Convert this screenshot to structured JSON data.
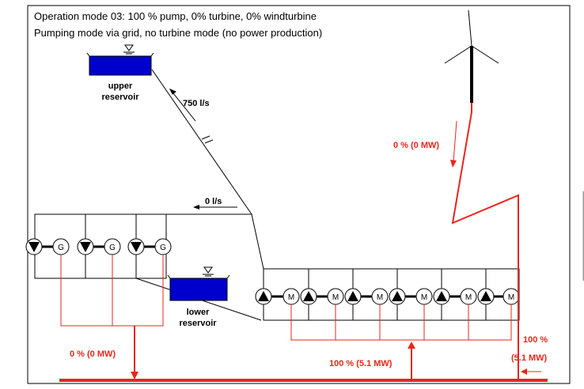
{
  "header": {
    "line1": "Operation mode 03: 100 % pump, 0% turbine, 0% windturbine",
    "line2": "Pumping mode via grid, no turbine mode (no power production)"
  },
  "upper_reservoir": {
    "label_line1": "upper",
    "label_line2": "reservoir"
  },
  "lower_reservoir": {
    "label_line1": "lower",
    "label_line2": "reservoir"
  },
  "flows": {
    "penstock": "750 l/s",
    "turbine_branch": "0 l/s"
  },
  "power": {
    "wind": "0 % (0 MW)",
    "turbines": "0 % (0 MW)",
    "pumps": "100 % (5.1 MW)",
    "grid_pct": "100 %",
    "grid_mw": "(5.1 MW)"
  },
  "unit_letters": {
    "generator": "G",
    "motor": "M"
  },
  "colors": {
    "power_line": "#e8261c",
    "water": "#0000cc",
    "tower": "#000000"
  }
}
